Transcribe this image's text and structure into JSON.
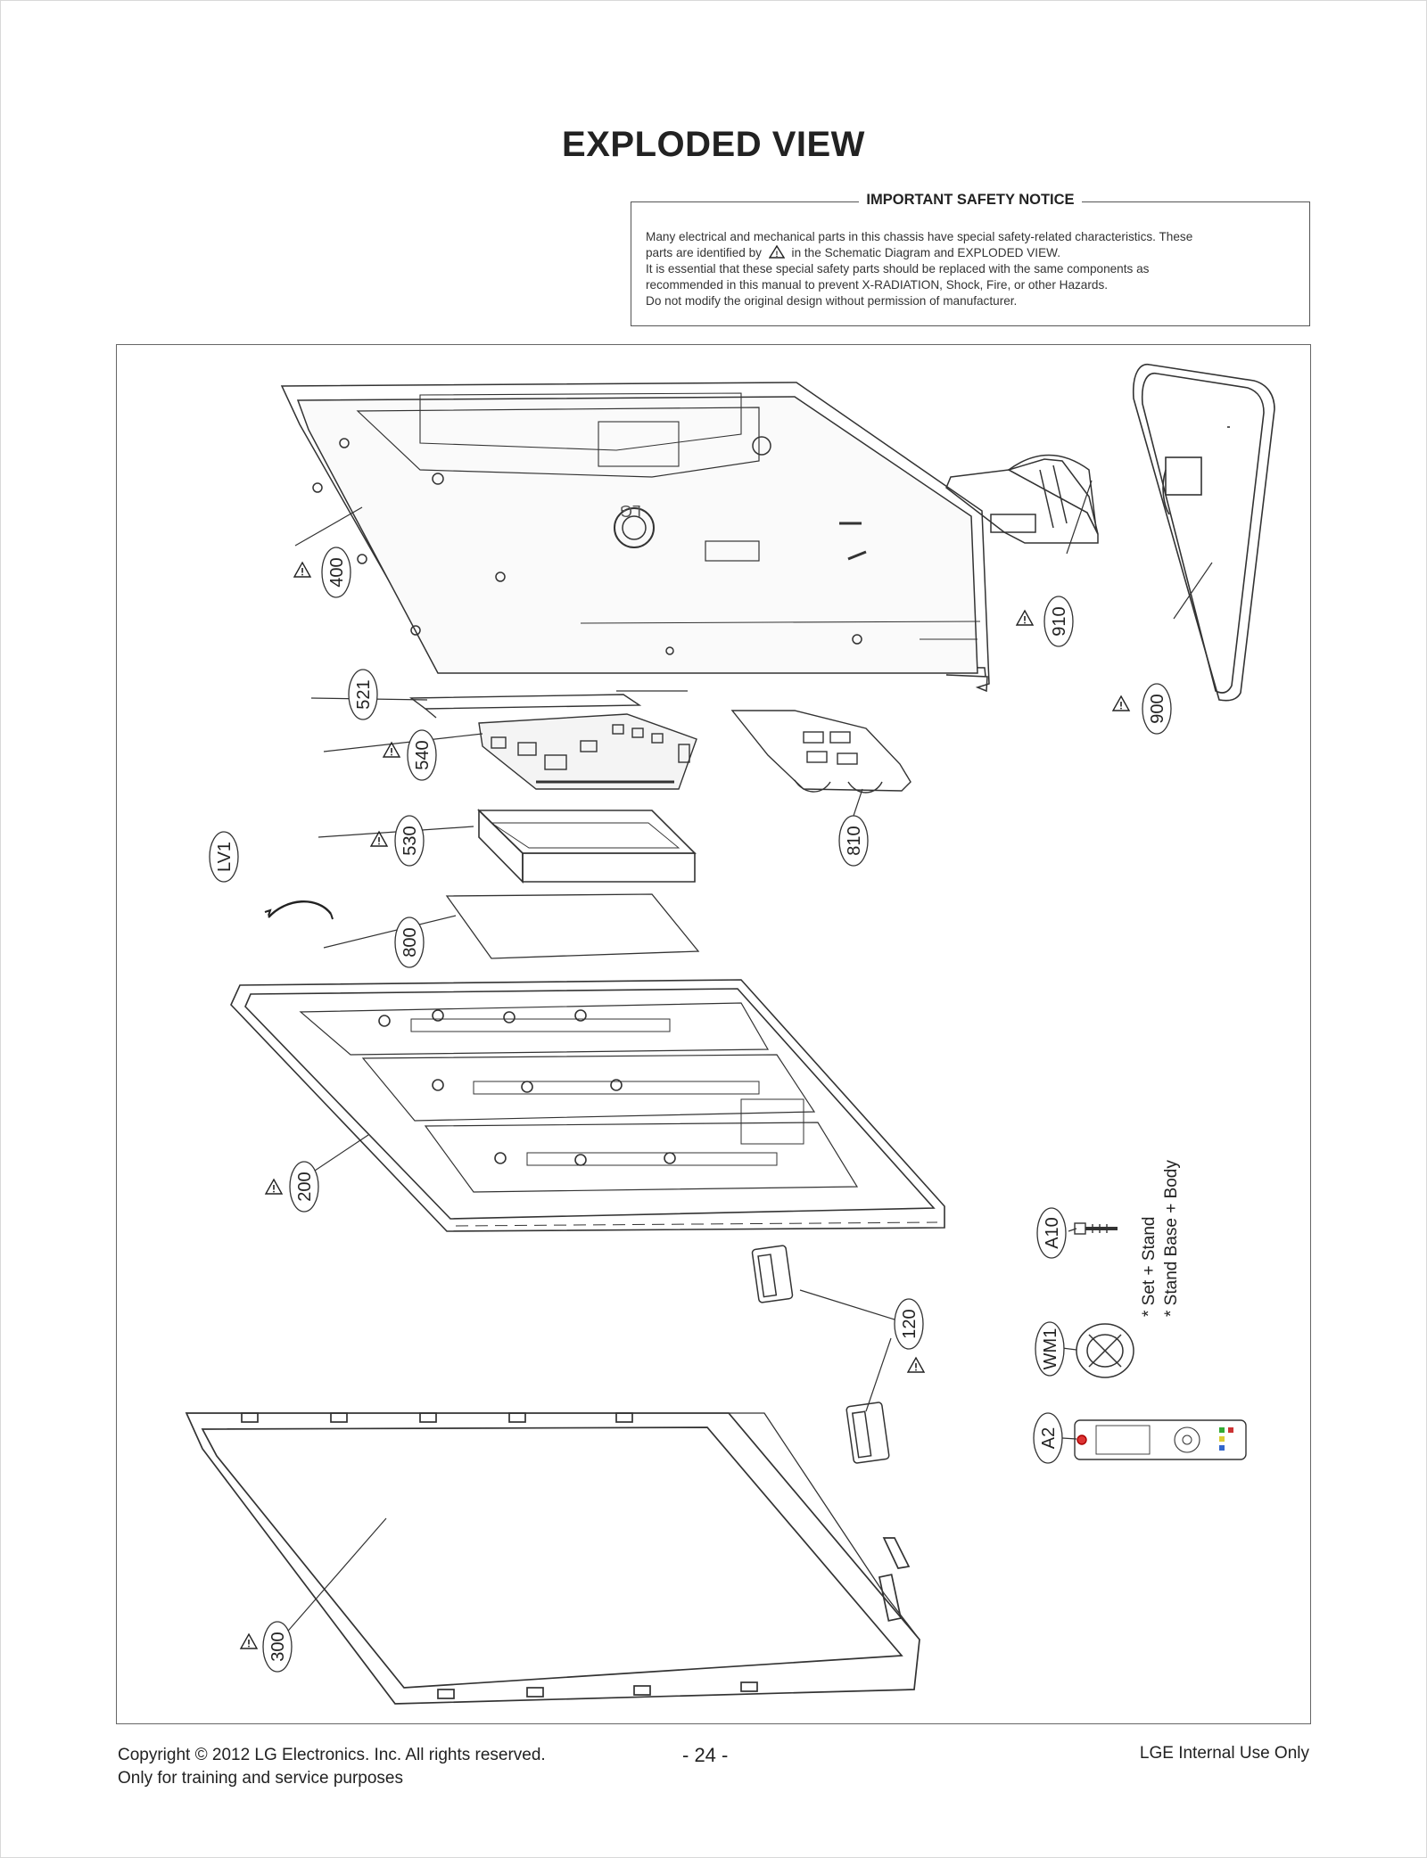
{
  "page_title": "EXPLODED VIEW",
  "safety_notice": {
    "title": "IMPORTANT SAFETY NOTICE",
    "line1": "Many electrical and mechanical parts in this chassis have special safety-related characteristics. These",
    "line2_a": "parts are identified by",
    "line2_b": "in the Schematic Diagram and EXPLODED VIEW.",
    "line3": "It is essential that these special safety parts should be replaced with the same components as",
    "line4": "recommended in this manual to prevent X-RADIATION, Shock, Fire, or other Hazards.",
    "line5": "Do not modify the original design without permission of manufacturer."
  },
  "parts": {
    "p400": "400",
    "p910": "910",
    "p900": "900",
    "p521": "521",
    "p540": "540",
    "p530": "530",
    "p810": "810",
    "pLV1": "LV1",
    "p800": "800",
    "p200": "200",
    "pA10": "A10",
    "p120": "120",
    "pWM1": "WM1",
    "pA2": "A2",
    "p300": "300"
  },
  "notes": {
    "set_stand": "* Set + Stand",
    "stand_base": "* Stand Base + Body"
  },
  "footer": {
    "copyright": "Copyright © 2012 LG Electronics. Inc. All rights reserved.",
    "training": "Only for training and service purposes",
    "page_number": "- 24 -",
    "internal": "LGE Internal Use Only"
  }
}
